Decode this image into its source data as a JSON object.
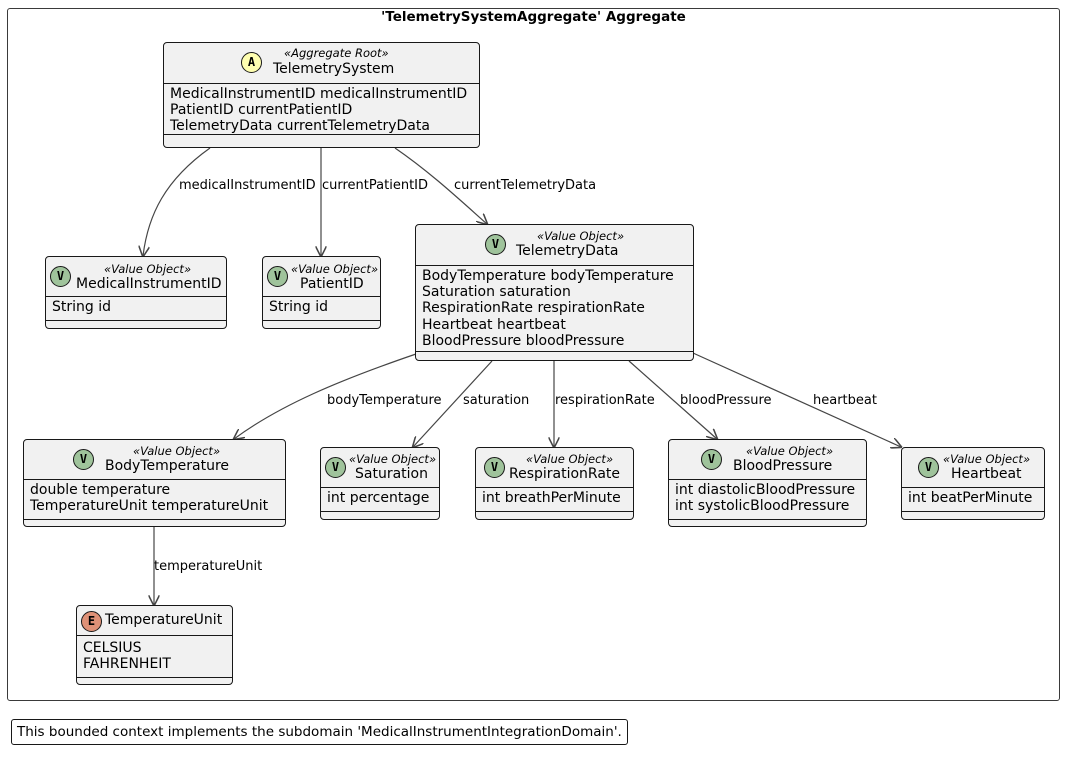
{
  "aggregate_title": "'TelemetrySystemAggregate' Aggregate",
  "note": "This bounded context implements the subdomain 'MedicalInstrumentIntegrationDomain'.",
  "colors": {
    "aggregate_badge": "#fefeb0",
    "value_badge": "#9fc39b",
    "enum_badge": "#df9177",
    "box_fill": "#f1f1f1",
    "line": "#454545"
  },
  "classes": {
    "telemetry_system": {
      "badge": "A",
      "stereotype": "«Aggregate Root»",
      "name": "TelemetrySystem",
      "attrs": [
        "MedicalInstrumentID medicalInstrumentID",
        "PatientID currentPatientID",
        "TelemetryData currentTelemetryData"
      ]
    },
    "medical_instrument_id": {
      "badge": "V",
      "stereotype": "«Value Object»",
      "name": "MedicalInstrumentID",
      "attrs": [
        "String id"
      ]
    },
    "patient_id": {
      "badge": "V",
      "stereotype": "«Value Object»",
      "name": "PatientID",
      "attrs": [
        "String id"
      ]
    },
    "telemetry_data": {
      "badge": "V",
      "stereotype": "«Value Object»",
      "name": "TelemetryData",
      "attrs": [
        "BodyTemperature bodyTemperature",
        "Saturation saturation",
        "RespirationRate respirationRate",
        "Heartbeat heartbeat",
        "BloodPressure bloodPressure"
      ]
    },
    "body_temperature": {
      "badge": "V",
      "stereotype": "«Value Object»",
      "name": "BodyTemperature",
      "attrs": [
        "double temperature",
        "TemperatureUnit temperatureUnit"
      ]
    },
    "saturation": {
      "badge": "V",
      "stereotype": "«Value Object»",
      "name": "Saturation",
      "attrs": [
        "int percentage"
      ]
    },
    "respiration_rate": {
      "badge": "V",
      "stereotype": "«Value Object»",
      "name": "RespirationRate",
      "attrs": [
        "int breathPerMinute"
      ]
    },
    "blood_pressure": {
      "badge": "V",
      "stereotype": "«Value Object»",
      "name": "BloodPressure",
      "attrs": [
        "int diastolicBloodPressure",
        "int systolicBloodPressure"
      ]
    },
    "heartbeat": {
      "badge": "V",
      "stereotype": "«Value Object»",
      "name": "Heartbeat",
      "attrs": [
        "int beatPerMinute"
      ]
    },
    "temperature_unit": {
      "badge": "E",
      "stereotype": "",
      "name": "TemperatureUnit",
      "attrs": [
        "CELSIUS",
        "FAHRENHEIT"
      ]
    }
  },
  "edges": {
    "medical_instrument_id": "medicalInstrumentID",
    "current_patient_id": "currentPatientID",
    "current_telemetry_data": "currentTelemetryData",
    "body_temperature": "bodyTemperature",
    "saturation": "saturation",
    "respiration_rate": "respirationRate",
    "blood_pressure": "bloodPressure",
    "heartbeat": "heartbeat",
    "temperature_unit": "temperatureUnit"
  }
}
